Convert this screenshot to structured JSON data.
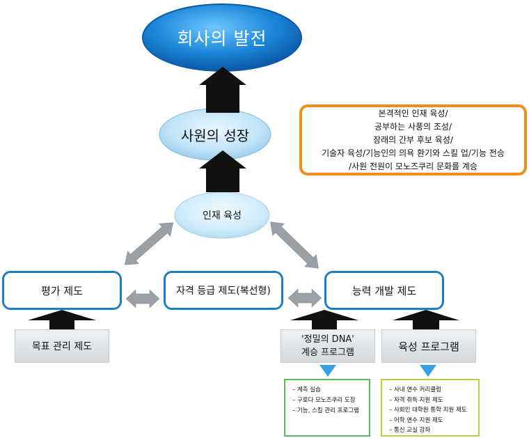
{
  "top": {
    "company_development": "회사의 발전"
  },
  "middle": {
    "employee_growth": "사원의 성장",
    "talent_development": "인재 육성"
  },
  "note": {
    "lines": [
      "본격적인 인재 육성/",
      "공부하는 사풍의 조성/",
      "장래의 간부 후보 육성/",
      "기술자 육성/기능인의 의욕 환기와 스킬 업/기능 전승",
      "/사원 전원이 모노즈쿠리 문화를 계승"
    ]
  },
  "systems": {
    "evaluation": "평가 제도",
    "qualification": "자격 등급 제도(복선형)",
    "capability": "능력 개발 제도"
  },
  "programs": {
    "goal_management": "목표 관리 제도",
    "dna_line1": "'정밀의 DNA'",
    "dna_line2": "계승 프로그램",
    "training": "육성 프로그램"
  },
  "lists": {
    "dna_items": [
      "계측 실습",
      "구로다 모노즈쿠리 도장",
      "기능, 스킬 관리 프로그램"
    ],
    "training_items": [
      "사내 연수 커리큘럼",
      "자격 취득 지원 제도",
      "사회인 대학원 통학 지원 제도",
      "어학 연수 지원 제도",
      "통신 교실 강좌"
    ]
  },
  "colors": {
    "blue_border": "#1a7fc4",
    "orange_border": "#ef8d1f",
    "green_border": "#5cb85c",
    "lime_border": "#b5cf3e",
    "arrow_dark": "#111111",
    "arrow_gray": "#9aa0a6",
    "triangle_blue": "#3a9ee4"
  }
}
